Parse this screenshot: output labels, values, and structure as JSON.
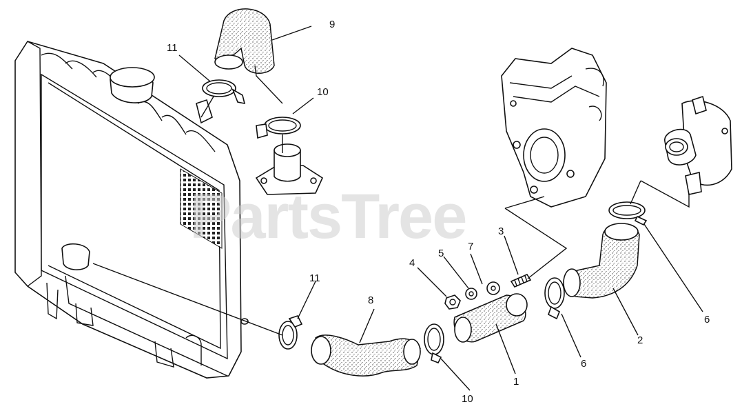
{
  "watermark": "PartsTree",
  "callouts": {
    "c1": "1",
    "c2": "2",
    "c3": "3",
    "c4": "4",
    "c5": "5",
    "c6a": "6",
    "c6b": "6",
    "c7": "7",
    "c8": "8",
    "c9": "9",
    "c10a": "10",
    "c10b": "10",
    "c11a": "11",
    "c11b": "11"
  }
}
